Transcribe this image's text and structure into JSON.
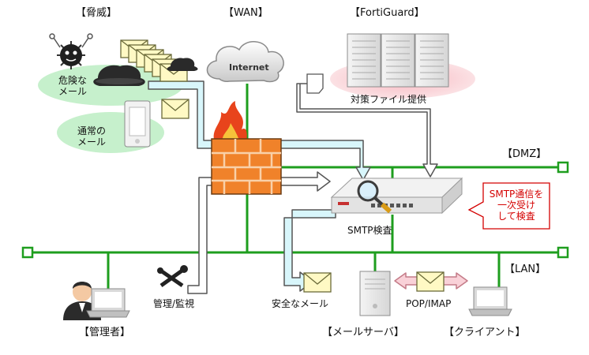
{
  "zones": {
    "threat": "【脅威】",
    "wan": "【WAN】",
    "fortiguard": "【FortiGuard】",
    "dmz": "【DMZ】",
    "lan": "【LAN】"
  },
  "internet": "Internet",
  "threat_mail": {
    "line1": "危険な",
    "line2": "メール"
  },
  "normal_mail": {
    "line1": "通常の",
    "line2": "メール"
  },
  "fortiguard_provide": "対策ファイル提供",
  "smtp_inspection": "SMTP検査",
  "callout": {
    "line1": "SMTP通信を",
    "line2": "一次受け",
    "line3": "して検査"
  },
  "management": "管理/監視",
  "safe_mail": "安全なメール",
  "pop_imap": "POP/IMAP",
  "admin": "【管理者】",
  "mail_server": "【メールサーバ】",
  "client": "【クライアント】",
  "colors": {
    "network_line": "#1e9e1e",
    "arrow_fill": "#d8f6fb",
    "threat_bubble": "#c6f0cc",
    "fortiguard_glow": "#f7c7cd",
    "firewall_brick": "#f0822a",
    "callout_text": "#d40000"
  }
}
